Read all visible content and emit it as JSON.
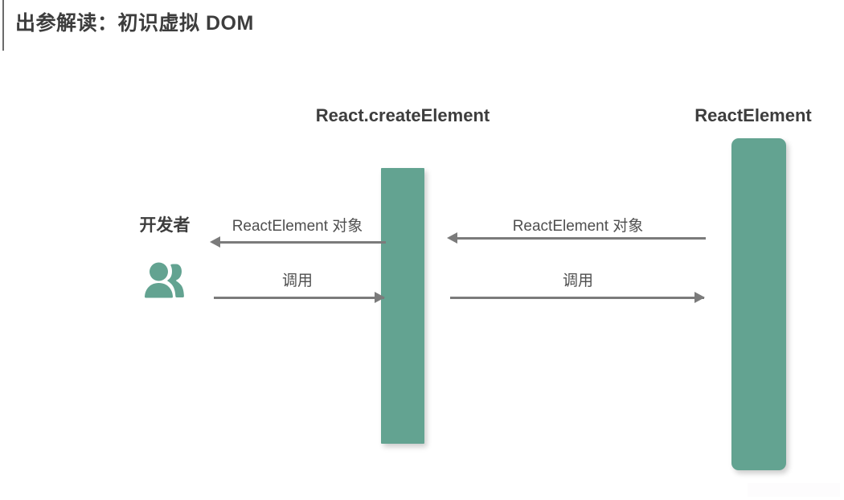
{
  "header": {
    "title": "出参解读：初识虚拟 DOM"
  },
  "diagram": {
    "type": "sequence-diagram",
    "accent_color": "#63a391",
    "line_color": "#7b7b7b",
    "text_color": "#3d3d3d",
    "participants": [
      {
        "id": "developer",
        "label": "开发者",
        "icon": "users-icon",
        "kind": "actor"
      },
      {
        "id": "react-create-element",
        "label": "React.createElement",
        "kind": "lifeline"
      },
      {
        "id": "react-element",
        "label": "ReactElement",
        "kind": "lifeline"
      }
    ],
    "messages": [
      {
        "id": "left-return",
        "label": "ReactElement 对象",
        "from": "react-create-element",
        "to": "developer",
        "direction": "left"
      },
      {
        "id": "left-call",
        "label": "调用",
        "from": "developer",
        "to": "react-create-element",
        "direction": "right"
      },
      {
        "id": "right-return",
        "label": "ReactElement 对象",
        "from": "react-element",
        "to": "react-create-element",
        "direction": "left"
      },
      {
        "id": "right-call",
        "label": "调用",
        "from": "react-create-element",
        "to": "react-element",
        "direction": "right"
      }
    ]
  }
}
